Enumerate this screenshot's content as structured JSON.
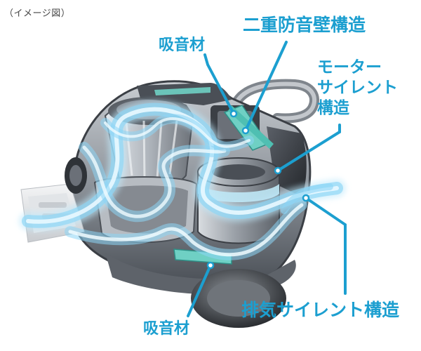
{
  "caption": "（イメージ図）",
  "colors": {
    "accent": "#1c9fd0",
    "label_text": "#1c9fd0",
    "airflow": "#8cd6f6",
    "insulation": "#6fd0c4",
    "body_dark": "#3b3f45",
    "body_mid": "#8e949b",
    "body_light": "#d6d9dd"
  },
  "labels": {
    "double_wall": "二重防音壁構造",
    "absorber_top": "吸音材",
    "motor_line1": "モーター",
    "motor_line2": "サイレント",
    "motor_line3": "構造",
    "exhaust": "排気サイレント構造",
    "absorber_bottom": "吸音材"
  }
}
